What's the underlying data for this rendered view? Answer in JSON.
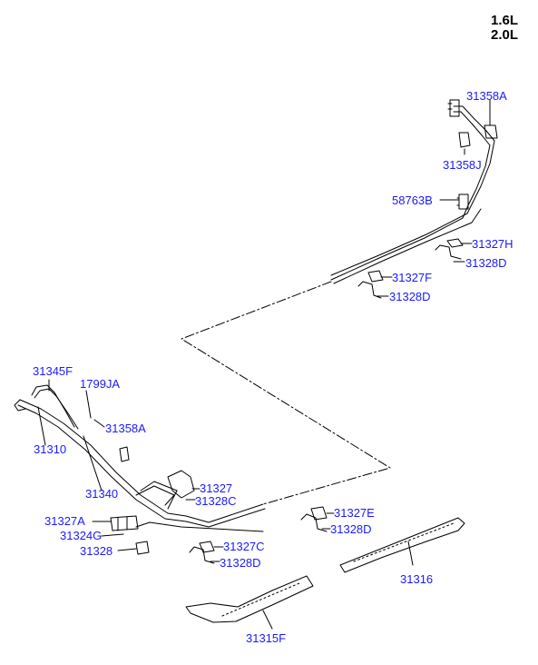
{
  "engine_variants": [
    "1.6L",
    "2.0L"
  ],
  "part_labels": [
    {
      "id": "p1",
      "text": "31358A"
    },
    {
      "id": "p2",
      "text": "31358J"
    },
    {
      "id": "p3",
      "text": "58763B"
    },
    {
      "id": "p4",
      "text": "31327H"
    },
    {
      "id": "p5",
      "text": "31328D"
    },
    {
      "id": "p6",
      "text": "31327F"
    },
    {
      "id": "p7",
      "text": "31328D"
    },
    {
      "id": "p8",
      "text": "31345F"
    },
    {
      "id": "p9",
      "text": "1799JA"
    },
    {
      "id": "p10",
      "text": "31358A"
    },
    {
      "id": "p11",
      "text": "31310"
    },
    {
      "id": "p12",
      "text": "31340"
    },
    {
      "id": "p13",
      "text": "31327"
    },
    {
      "id": "p14",
      "text": "31328C"
    },
    {
      "id": "p15",
      "text": "31327A"
    },
    {
      "id": "p16",
      "text": "31324G"
    },
    {
      "id": "p17",
      "text": "31328"
    },
    {
      "id": "p18",
      "text": "31327E"
    },
    {
      "id": "p19",
      "text": "31328D"
    },
    {
      "id": "p20",
      "text": "31327C"
    },
    {
      "id": "p21",
      "text": "31328D"
    },
    {
      "id": "p22",
      "text": "31316"
    },
    {
      "id": "p23",
      "text": "31315F"
    }
  ],
  "colors": {
    "label": "#1a1aff",
    "line": "#000000"
  }
}
